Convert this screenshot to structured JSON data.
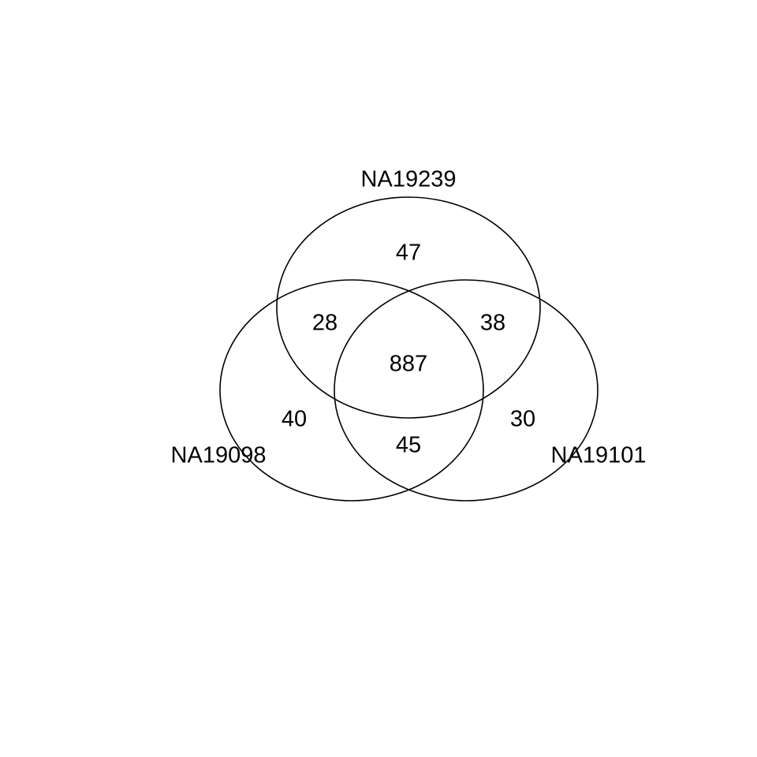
{
  "diagram": {
    "type": "venn-3",
    "line_color": "#000000",
    "background": "#ffffff",
    "sets": [
      {
        "id": "top",
        "label": "NA19239"
      },
      {
        "id": "left",
        "label": "NA19098"
      },
      {
        "id": "right",
        "label": "NA19101"
      }
    ],
    "regions": {
      "top_only": "47",
      "left_only": "40",
      "right_only": "30",
      "top_left": "28",
      "top_right": "38",
      "left_right": "45",
      "all_three": "887"
    }
  }
}
